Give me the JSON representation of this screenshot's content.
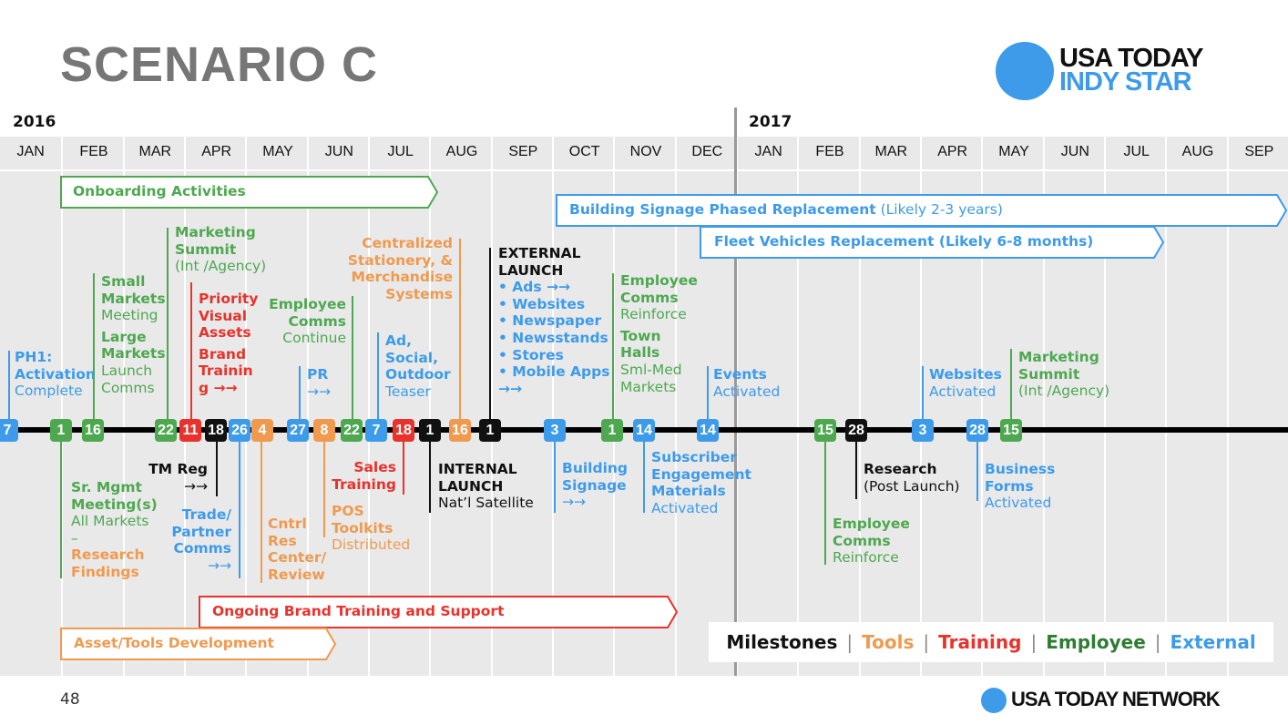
{
  "title": "SCENARIO C",
  "years": [
    "2016",
    "2017"
  ],
  "months": [
    "JAN",
    "FEB",
    "MAR",
    "APR",
    "MAY",
    "JUN",
    "JUL",
    "AUG",
    "SEP",
    "OCT",
    "NOV",
    "DEC",
    "JAN",
    "FEB",
    "MAR",
    "APR",
    "MAY",
    "JUN",
    "JUL",
    "AUG",
    "SEP"
  ],
  "colors": {
    "green": "#4ea84f",
    "blue": "#3d9be9",
    "orange": "#ef9a4e",
    "red": "#e8322b",
    "black": "#111111"
  },
  "markers": [
    {
      "label": "7",
      "color": "blue"
    },
    {
      "label": "1",
      "color": "green"
    },
    {
      "label": "16",
      "color": "green"
    },
    {
      "label": "22",
      "color": "green"
    },
    {
      "label": "11",
      "color": "red"
    },
    {
      "label": "18",
      "color": "black"
    },
    {
      "label": "26",
      "color": "blue"
    },
    {
      "label": "4",
      "color": "orange"
    },
    {
      "label": "27",
      "color": "blue"
    },
    {
      "label": "8",
      "color": "orange"
    },
    {
      "label": "22",
      "color": "green"
    },
    {
      "label": "7",
      "color": "blue"
    },
    {
      "label": "18",
      "color": "red"
    },
    {
      "label": "1",
      "color": "black"
    },
    {
      "label": "16",
      "color": "orange"
    },
    {
      "label": "1",
      "color": "black"
    },
    {
      "label": "3",
      "color": "blue"
    },
    {
      "label": "1",
      "color": "green"
    },
    {
      "label": "14",
      "color": "blue"
    },
    {
      "label": "14",
      "color": "blue"
    },
    {
      "label": "15",
      "color": "green"
    },
    {
      "label": "28",
      "color": "black"
    },
    {
      "label": "3",
      "color": "blue"
    },
    {
      "label": "28",
      "color": "blue"
    },
    {
      "label": "15",
      "color": "green"
    }
  ],
  "annotations": [
    {
      "color": "blue",
      "lines": [
        [
          "PH1:",
          "b"
        ],
        [
          "Activation",
          "b"
        ],
        [
          "Complete",
          "r"
        ]
      ]
    },
    {
      "color": "green",
      "lines": [
        [
          "Small",
          "b"
        ],
        [
          "Markets",
          "b"
        ],
        [
          "Meeting",
          "r"
        ],
        [
          "Large",
          "bg"
        ],
        [
          "Markets",
          "b"
        ],
        [
          "Launch",
          "r"
        ],
        [
          "Comms",
          "r"
        ]
      ]
    },
    {
      "color": "green",
      "lines": [
        [
          "Marketing",
          "b"
        ],
        [
          "Summit",
          "b"
        ],
        [
          "(Int /Agency)",
          "r"
        ]
      ]
    },
    {
      "color": "red",
      "lines": [
        [
          "Priority",
          "b"
        ],
        [
          "Visual",
          "b"
        ],
        [
          "Assets",
          "b"
        ],
        [
          "Brand",
          "bg"
        ],
        [
          "Trainin",
          "b"
        ],
        [
          "g →→",
          "b"
        ]
      ]
    },
    {
      "color": "green",
      "lines": [
        [
          "Employee",
          "b"
        ],
        [
          "Comms",
          "b"
        ],
        [
          "Continue",
          "r"
        ]
      ]
    },
    {
      "color": "blue",
      "lines": [
        [
          "PR",
          "b"
        ],
        [
          "→→",
          "r"
        ]
      ]
    },
    {
      "color": "blue",
      "lines": [
        [
          "Ad,",
          "b"
        ],
        [
          "Social,",
          "b"
        ],
        [
          "Outdoor",
          "b"
        ],
        [
          "Teaser",
          "r"
        ]
      ]
    },
    {
      "color": "orange",
      "lines": [
        [
          "Centralized",
          "b"
        ],
        [
          "Stationery, &",
          "b"
        ],
        [
          "Merchandise",
          "b"
        ],
        [
          "Systems",
          "b"
        ]
      ]
    },
    {
      "color": "black",
      "lines": [
        [
          "EXTERNAL",
          "b"
        ],
        [
          "LAUNCH",
          "b"
        ],
        [
          "• Ads →→",
          "bb"
        ],
        [
          "• Websites",
          "bb"
        ],
        [
          "• Newspaper",
          "bb"
        ],
        [
          "• Newsstands",
          "bb"
        ],
        [
          "• Stores",
          "bb"
        ],
        [
          "• Mobile Apps",
          "bb"
        ],
        [
          "   →→",
          "bb"
        ]
      ]
    },
    {
      "color": "green",
      "lines": [
        [
          "Employee",
          "b"
        ],
        [
          "Comms",
          "b"
        ],
        [
          "Reinforce",
          "r"
        ],
        [
          "Town",
          "bg"
        ],
        [
          "Halls",
          "b"
        ],
        [
          "Sml-Med",
          "r"
        ],
        [
          "Markets",
          "r"
        ]
      ]
    },
    {
      "color": "blue",
      "lines": [
        [
          "Events",
          "b"
        ],
        [
          "Activated",
          "r"
        ]
      ]
    },
    {
      "color": "blue",
      "lines": [
        [
          "Websites",
          "b"
        ],
        [
          "Activated",
          "r"
        ]
      ]
    },
    {
      "color": "green",
      "lines": [
        [
          "Marketing",
          "b"
        ],
        [
          "Summit",
          "b"
        ],
        [
          "(Int /Agency)",
          "r"
        ]
      ]
    },
    {
      "color": "green",
      "lines": [
        [
          "Sr. Mgmt",
          "b"
        ],
        [
          "Meeting(s)",
          "b"
        ],
        [
          "All Markets",
          "r"
        ],
        [
          "–",
          "r"
        ],
        [
          "Research",
          "bo"
        ],
        [
          "Findings",
          "bo"
        ]
      ]
    },
    {
      "color": "black",
      "lines": [
        [
          "TM Reg",
          "b"
        ],
        [
          "→→",
          "r"
        ]
      ]
    },
    {
      "color": "blue",
      "lines": [
        [
          "Trade/",
          "b"
        ],
        [
          "Partner",
          "b"
        ],
        [
          "Comms",
          "b"
        ],
        [
          "→→",
          "r"
        ]
      ]
    },
    {
      "color": "orange",
      "lines": [
        [
          "Cntrl",
          "b"
        ],
        [
          "Res",
          "b"
        ],
        [
          "Center/",
          "b"
        ],
        [
          "Review",
          "b"
        ]
      ]
    },
    {
      "color": "red",
      "lines": [
        [
          "Sales",
          "b"
        ],
        [
          "Training",
          "b"
        ]
      ]
    },
    {
      "color": "orange",
      "lines": [
        [
          "POS",
          "b"
        ],
        [
          "Toolkits",
          "b"
        ],
        [
          "Distributed",
          "r"
        ]
      ]
    },
    {
      "color": "black",
      "lines": [
        [
          "INTERNAL",
          "b"
        ],
        [
          "LAUNCH",
          "b"
        ],
        [
          "Nat’l Satellite",
          "r"
        ]
      ]
    },
    {
      "color": "blue",
      "lines": [
        [
          "Building",
          "b"
        ],
        [
          "Signage",
          "b"
        ],
        [
          "→→",
          "r"
        ]
      ]
    },
    {
      "color": "blue",
      "lines": [
        [
          "Subscriber",
          "b"
        ],
        [
          "Engagement",
          "b"
        ],
        [
          "Materials",
          "b"
        ],
        [
          "Activated",
          "r"
        ]
      ]
    },
    {
      "color": "green",
      "lines": [
        [
          "Employee",
          "b"
        ],
        [
          "Comms",
          "b"
        ],
        [
          "Reinforce",
          "r"
        ]
      ]
    },
    {
      "color": "black",
      "lines": [
        [
          "Research",
          "b"
        ],
        [
          "(Post Launch)",
          "r"
        ]
      ]
    },
    {
      "color": "blue",
      "lines": [
        [
          "Business",
          "b"
        ],
        [
          "Forms",
          "b"
        ],
        [
          "Activated",
          "r"
        ]
      ]
    }
  ],
  "bars": [
    {
      "label": "Onboarding Activities",
      "note": "",
      "color": "green"
    },
    {
      "label": "Building Signage Phased Replacement",
      "note": " (Likely 2-3 years)",
      "color": "blue"
    },
    {
      "label": "Fleet Vehicles Replacement (Likely 6-8 months)",
      "note": "",
      "color": "blue"
    },
    {
      "label": "Ongoing Brand Training and Support",
      "note": "",
      "color": "red"
    },
    {
      "label": "Asset/Tools Development",
      "note": "",
      "color": "orange"
    }
  ],
  "legend": {
    "milestones": "Milestones",
    "tools": "Tools",
    "training": "Training",
    "employee": "Employee",
    "external": "External",
    "separator": "|"
  },
  "logo": {
    "line1": "USA TODAY",
    "line2": "INDY STAR"
  },
  "footer": {
    "page": "48",
    "network": "USA TODAY NETWORK"
  }
}
